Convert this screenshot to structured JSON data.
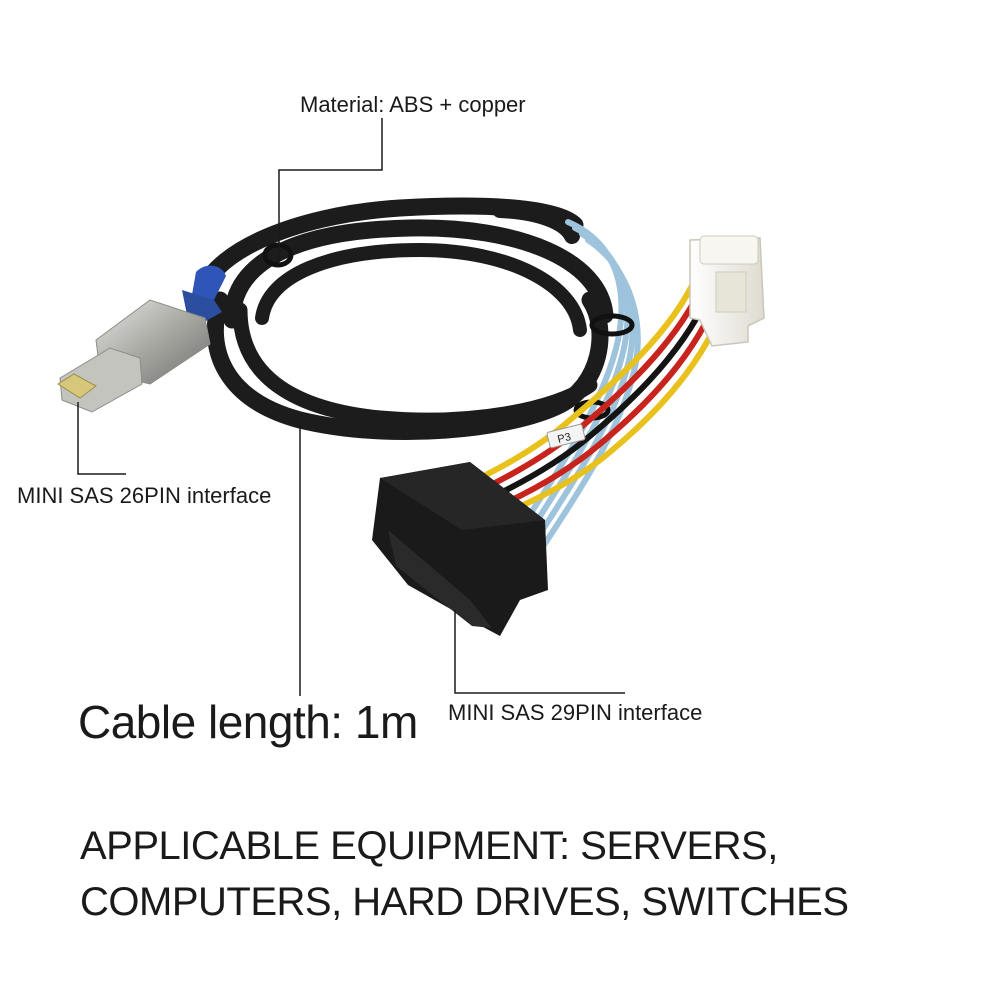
{
  "product": {
    "material_label": "Material: ABS + copper",
    "left_interface_label": "MINI SAS 26PIN interface",
    "right_interface_label": "MINI SAS 29PIN interface",
    "length_label": "Cable length: 1m",
    "equipment_line1": "APPLICABLE EQUIPMENT: SERVERS,",
    "equipment_line2": "COMPUTERS, HARD DRIVES, SWITCHES",
    "connector_tag": "P3"
  },
  "colors": {
    "cable": "#1c1c1c",
    "sata_blue": "#9ec3dc",
    "wire_red": "#c8241e",
    "wire_yellow": "#e8c11c",
    "wire_black": "#141414",
    "molex_white": "#f1efe6",
    "metal": "#b5b5b0",
    "pull_tab": "#2e55b7"
  }
}
